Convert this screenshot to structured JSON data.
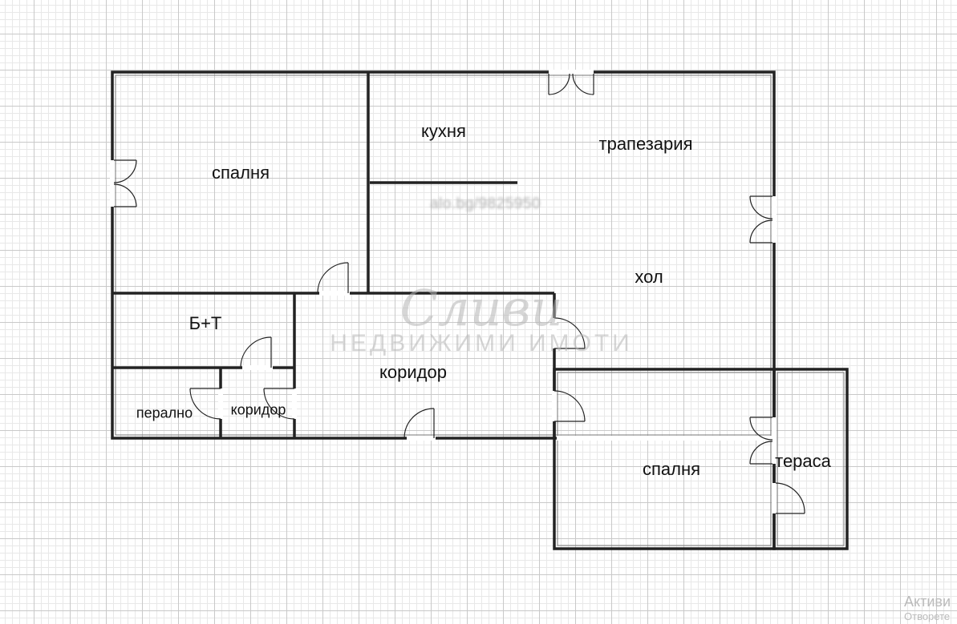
{
  "rooms": {
    "bedroom_left": "спалня",
    "kitchen": "кухня",
    "dining": "трапезария",
    "hall": "хол",
    "bathroom": "Б+Т",
    "laundry": "перално",
    "corridor_small": "коридор",
    "corridor_main": "коридор",
    "bedroom_right": "спалня",
    "terrace": "тераса"
  },
  "watermark": {
    "url": "alo.bg/9825950",
    "logo_script": "Сливи",
    "logo_sub": "НЕДВИЖИМИ ИМОТИ"
  },
  "os_notice": {
    "line1": "Активи",
    "line2": "Отворете"
  }
}
